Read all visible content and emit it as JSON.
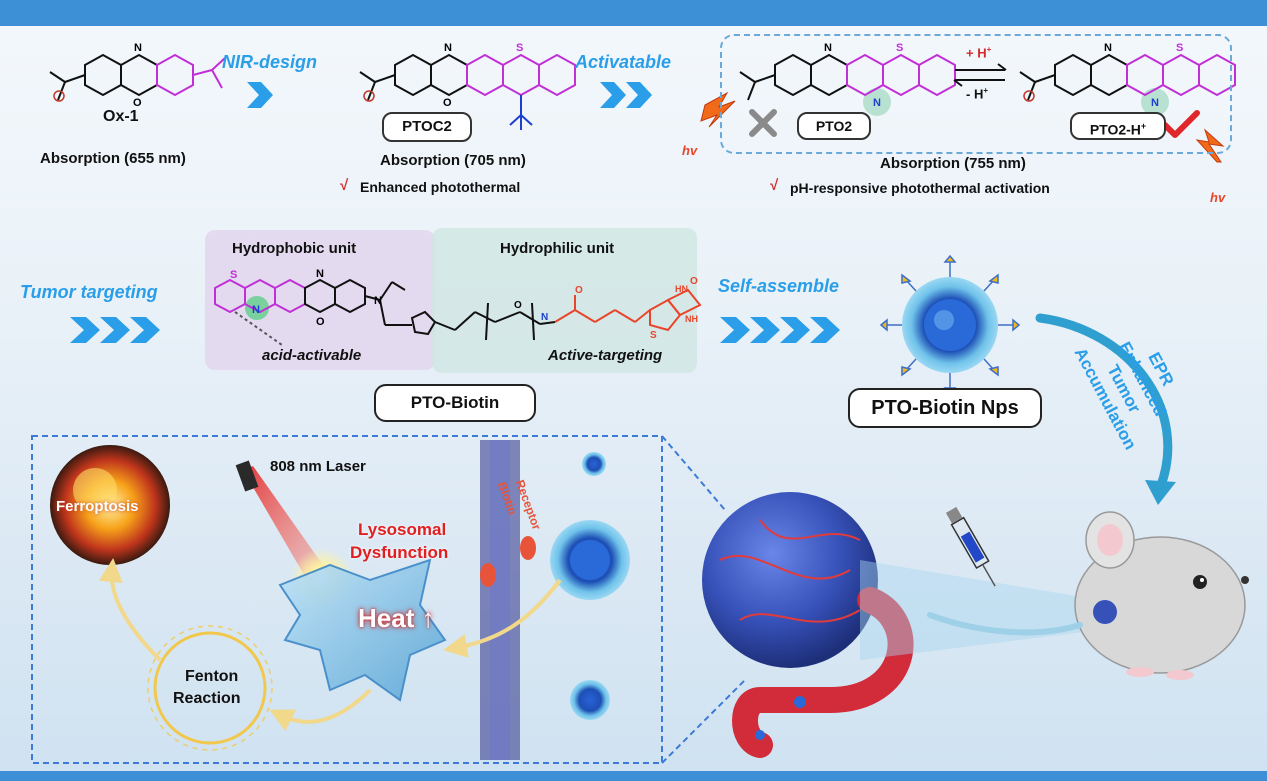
{
  "row1": {
    "ox1_name": "Ox-1",
    "ox1_absorption": "Absorption (655 nm)",
    "arrow1_label": "NIR-design",
    "ptoc2_name": "PTOC2",
    "ptoc2_absorption": "Absorption (705 nm)",
    "ptoc2_note": "Enhanced photothermal",
    "arrow2_label": "Activatable",
    "pto2_name": "PTO2",
    "pto2h_name": "PTO2-H",
    "pto2h_sup": "+",
    "forward_label": "+ H",
    "reverse_label": "- H",
    "proton_sup": "+",
    "activation_absorption": "Absorption (755 nm)",
    "activation_note": "pH-responsive photothermal activation",
    "hv_left": "hv",
    "hv_right": "hv",
    "check_mark": "√"
  },
  "row2": {
    "tumor_targeting": "Tumor targeting",
    "hydrophobic_unit": "Hydrophobic unit",
    "hydrophilic_unit": "Hydrophilic unit",
    "acid_activable": "acid-activable",
    "active_targeting": "Active-targeting",
    "pto_biotin": "PTO-Biotin",
    "self_assemble": "Self-assemble",
    "pto_biotin_nps": "PTO-Biotin Nps",
    "epr_lines": [
      "EPR",
      "Enhanced",
      "Tumor",
      "Accumulation"
    ]
  },
  "row3": {
    "laser": "808 nm Laser",
    "ferroptosis": "Ferroptosis",
    "lysosomal": "Lysosomal",
    "dysfunction": "Dysfunction",
    "heat": "Heat",
    "fenton": "Fenton",
    "reaction": "Reaction",
    "biotin": "Biotin",
    "receptor": "Receptor"
  },
  "colors": {
    "accent_blue": "#2a9ee8",
    "magenta": "#c12fd6",
    "orange_red": "#e8452a",
    "frame_blue": "#3d8fd6"
  }
}
